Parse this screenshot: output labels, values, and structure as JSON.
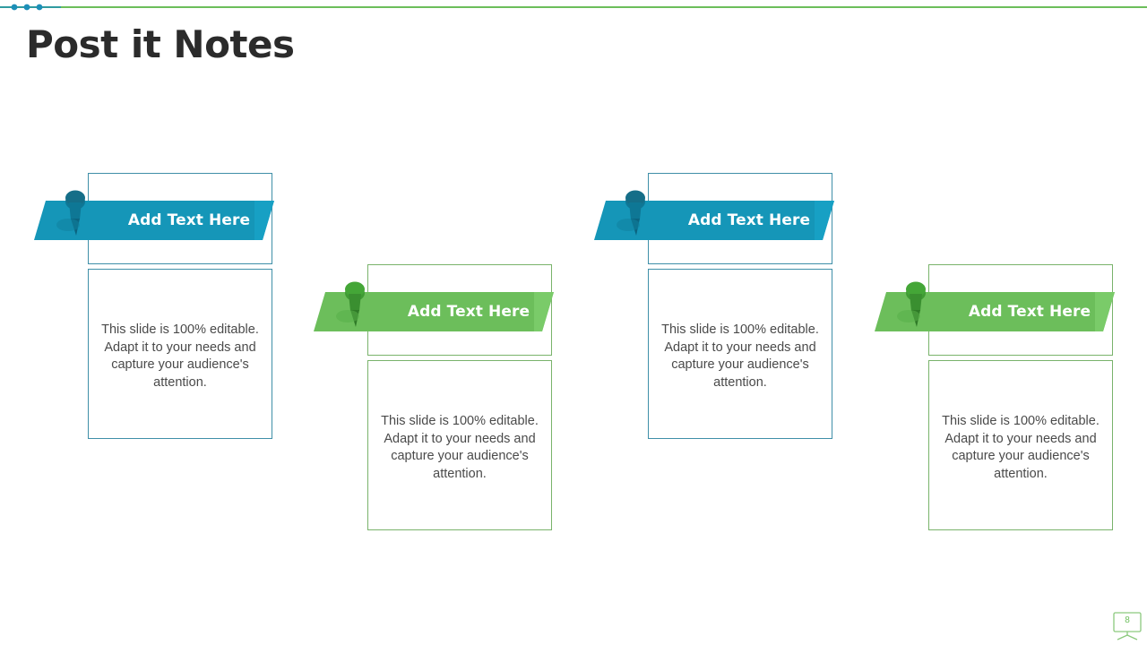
{
  "slide": {
    "title": "Post it Notes",
    "page_number": "8",
    "page_marker_icon": "projector-screen-icon"
  },
  "decoration": {
    "top_rule_color": "#6CBE5B",
    "dot_color": "#1D8FB8",
    "dot_count": 3
  },
  "theme": {
    "teal": "#1596B8",
    "teal_dark": "#0E7795",
    "teal_border": "#3F8FA8",
    "green": "#6CBE5B",
    "green_dark": "#4C9B3F",
    "green_border": "#79B36B",
    "title_color": "#2B2B2B",
    "body_text_color": "#4A4A4A",
    "banner_text_color": "#FFFFFF"
  },
  "notes": [
    {
      "id": "note-1",
      "color": "teal",
      "heading": "Add Text Here",
      "body": "This slide is 100% editable. Adapt it to your needs and capture your audience's attention.",
      "pin_icon": "pushpin-icon"
    },
    {
      "id": "note-2",
      "color": "green",
      "heading": "Add Text Here",
      "body": "This slide is 100% editable. Adapt it to your needs and capture your audience's attention.",
      "pin_icon": "pushpin-icon"
    },
    {
      "id": "note-3",
      "color": "teal",
      "heading": "Add Text Here",
      "body": "This slide is 100% editable. Adapt it to your needs and capture your audience's attention.",
      "pin_icon": "pushpin-icon"
    },
    {
      "id": "note-4",
      "color": "green",
      "heading": "Add Text Here",
      "body": "This slide is 100% editable. Adapt it to your needs and capture your audience's attention.",
      "pin_icon": "pushpin-icon"
    }
  ]
}
